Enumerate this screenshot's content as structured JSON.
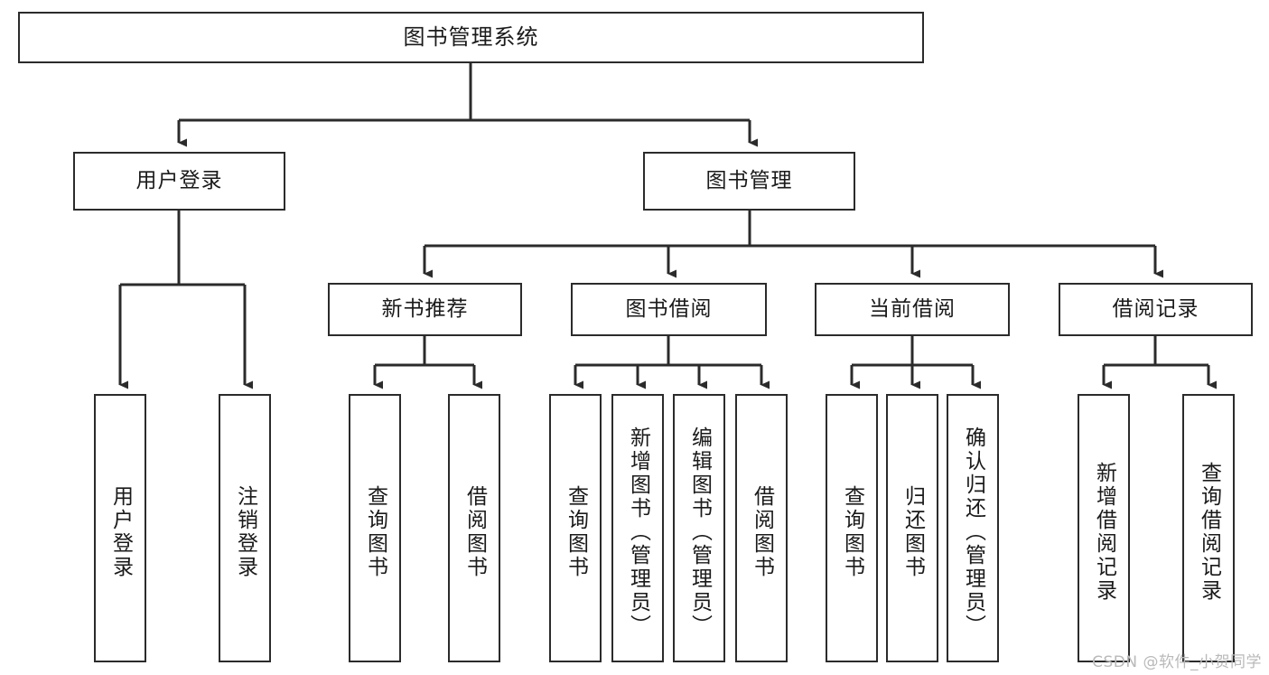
{
  "diagram": {
    "type": "tree-hierarchy",
    "title": "图书管理系统",
    "watermark": "CSDN @软件_小贺同学",
    "colors": {
      "box_border": "#2b2b2b",
      "box_fill": "#ffffff",
      "edge": "#2b2b2b",
      "text": "#1a1a1a",
      "watermark": "#b9b9b9"
    },
    "root": {
      "label": "图书管理系统",
      "orientation": "horizontal"
    },
    "level2": [
      {
        "label": "用户登录",
        "orientation": "horizontal"
      },
      {
        "label": "图书管理",
        "orientation": "horizontal"
      }
    ],
    "level3": [
      {
        "label": "新书推荐",
        "orientation": "horizontal"
      },
      {
        "label": "图书借阅",
        "orientation": "horizontal"
      },
      {
        "label": "当前借阅",
        "orientation": "horizontal"
      },
      {
        "label": "借阅记录",
        "orientation": "horizontal"
      }
    ],
    "leaves": {
      "user_login": [
        {
          "label": "用户登录",
          "orientation": "vertical"
        },
        {
          "label": "注销登录",
          "orientation": "vertical"
        }
      ],
      "new_book_recommend": [
        {
          "label": "查询图书",
          "orientation": "vertical"
        },
        {
          "label": "借阅图书",
          "orientation": "vertical"
        }
      ],
      "book_borrow": [
        {
          "label": "查询图书",
          "orientation": "vertical"
        },
        {
          "label": "新增图书（管理员）",
          "orientation": "vertical"
        },
        {
          "label": "编辑图书（管理员）",
          "orientation": "vertical"
        },
        {
          "label": "借阅图书",
          "orientation": "vertical"
        }
      ],
      "current_borrow": [
        {
          "label": "查询图书",
          "orientation": "vertical"
        },
        {
          "label": "归还图书",
          "orientation": "vertical"
        },
        {
          "label": "确认归还（管理员）",
          "orientation": "vertical"
        }
      ],
      "borrow_record": [
        {
          "label": "新增借阅记录",
          "orientation": "vertical"
        },
        {
          "label": "查询借阅记录",
          "orientation": "vertical"
        }
      ]
    }
  }
}
